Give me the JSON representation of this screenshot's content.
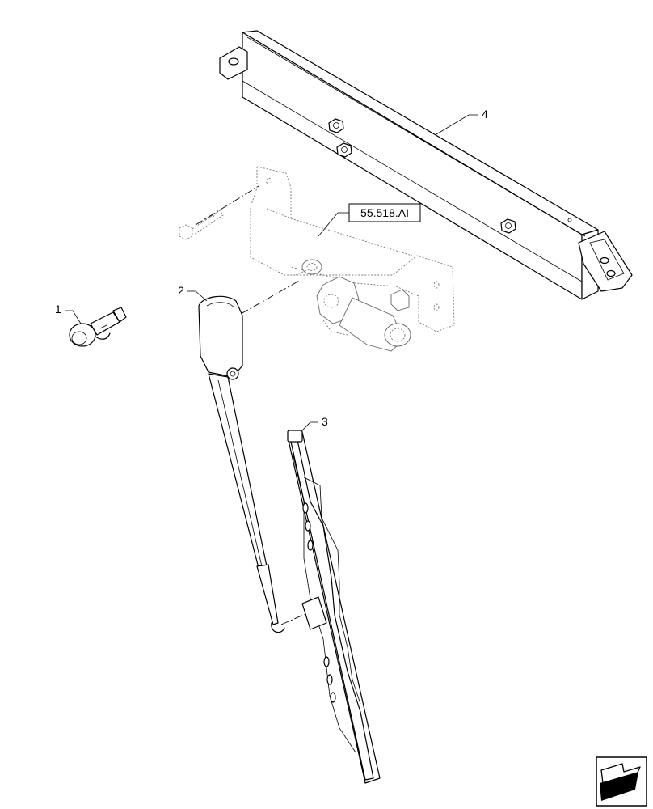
{
  "callouts": [
    {
      "id": "1",
      "label": "1"
    },
    {
      "id": "2",
      "label": "2"
    },
    {
      "id": "3",
      "label": "3"
    },
    {
      "id": "4",
      "label": "4"
    }
  ],
  "reference": {
    "label": "55.518.AI"
  },
  "nav_icon": "next-page-arrow-icon"
}
